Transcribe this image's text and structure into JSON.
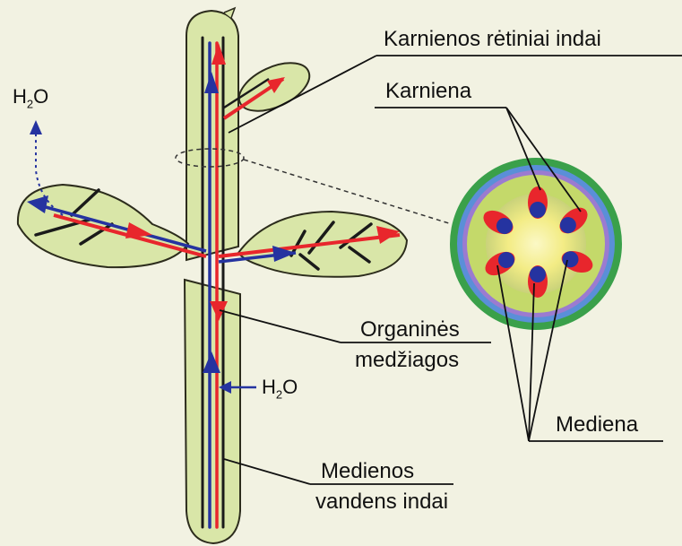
{
  "labels": {
    "phloem_vessels": "Karnienos rėtiniai indai",
    "phloem": "Karniena",
    "organic_line1": "Organinės",
    "organic_line2": "medžiagos",
    "xylem": "Mediena",
    "xylem_vessels_line1": "Medienos",
    "xylem_vessels_line2": "vandens indai",
    "water_top": "H",
    "water_top_sub": "2",
    "water_top_end": "O",
    "water_stem": "H",
    "water_stem_sub": "2",
    "water_stem_end": "O"
  },
  "colors": {
    "background": "#f2f2e2",
    "plant_fill": "#d9e6a8",
    "plant_stroke": "#2c2c1c",
    "phloem_red": "#e8262c",
    "xylem_blue": "#2533a0",
    "ring_green": "#3aa04a",
    "ring_blue": "#5a8fd8",
    "ring_purple": "#9b7bd0",
    "core_yellow": "#f7f19a",
    "leader_line": "#111111"
  }
}
